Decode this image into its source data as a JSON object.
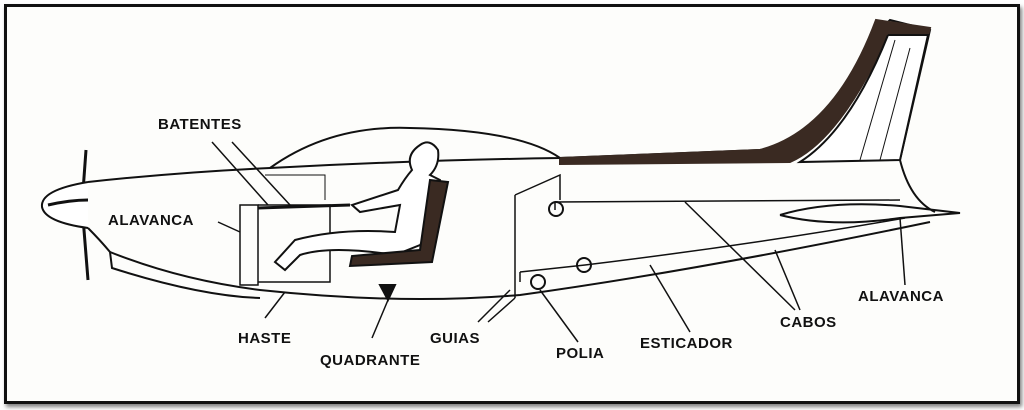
{
  "labels": {
    "batentes": "BATENTES",
    "alavanca_front": "ALAVANCA",
    "haste": "HASTE",
    "quadrante": "QUADRANTE",
    "guias": "GUIAS",
    "polia": "POLIA",
    "esticador": "ESTICADOR",
    "cabos": "CABOS",
    "alavanca_rear": "ALAVANCA"
  }
}
